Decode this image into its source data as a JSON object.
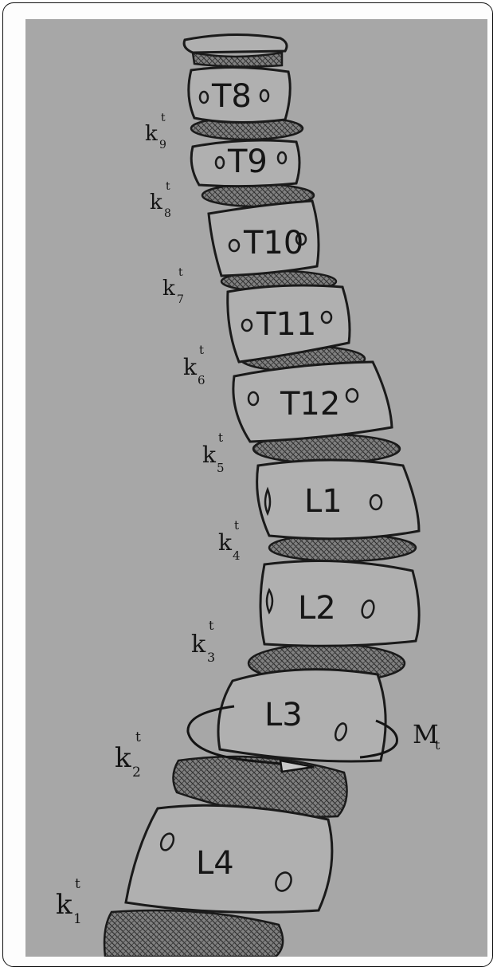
{
  "diagram": {
    "vertebrae": [
      {
        "id": "t8",
        "label": "T8"
      },
      {
        "id": "t9",
        "label": "T9"
      },
      {
        "id": "t10",
        "label": "T10"
      },
      {
        "id": "t11",
        "label": "T11"
      },
      {
        "id": "t12",
        "label": "T12"
      },
      {
        "id": "l1",
        "label": "L1"
      },
      {
        "id": "l2",
        "label": "L2"
      },
      {
        "id": "l3",
        "label": "L3"
      },
      {
        "id": "l4",
        "label": "L4"
      }
    ],
    "disc_labels": [
      {
        "id": "k9",
        "base": "k",
        "sup": "t",
        "sub": "9"
      },
      {
        "id": "k8",
        "base": "k",
        "sup": "t",
        "sub": "8"
      },
      {
        "id": "k7",
        "base": "k",
        "sup": "t",
        "sub": "7"
      },
      {
        "id": "k6",
        "base": "k",
        "sup": "t",
        "sub": "6"
      },
      {
        "id": "k5",
        "base": "k",
        "sup": "t",
        "sub": "5"
      },
      {
        "id": "k4",
        "base": "k",
        "sup": "t",
        "sub": "4"
      },
      {
        "id": "k3",
        "base": "k",
        "sup": "t",
        "sub": "3"
      },
      {
        "id": "k2",
        "base": "k",
        "sup": "t",
        "sub": "2"
      },
      {
        "id": "k1",
        "base": "k",
        "sup": "t",
        "sub": "1"
      }
    ],
    "moment": {
      "base": "M",
      "sub": "t"
    },
    "colors": {
      "background": "#a7a7a7",
      "vertebra": "#b0b0b0",
      "disc": "#7d7d7d",
      "ink": "#141414"
    }
  }
}
